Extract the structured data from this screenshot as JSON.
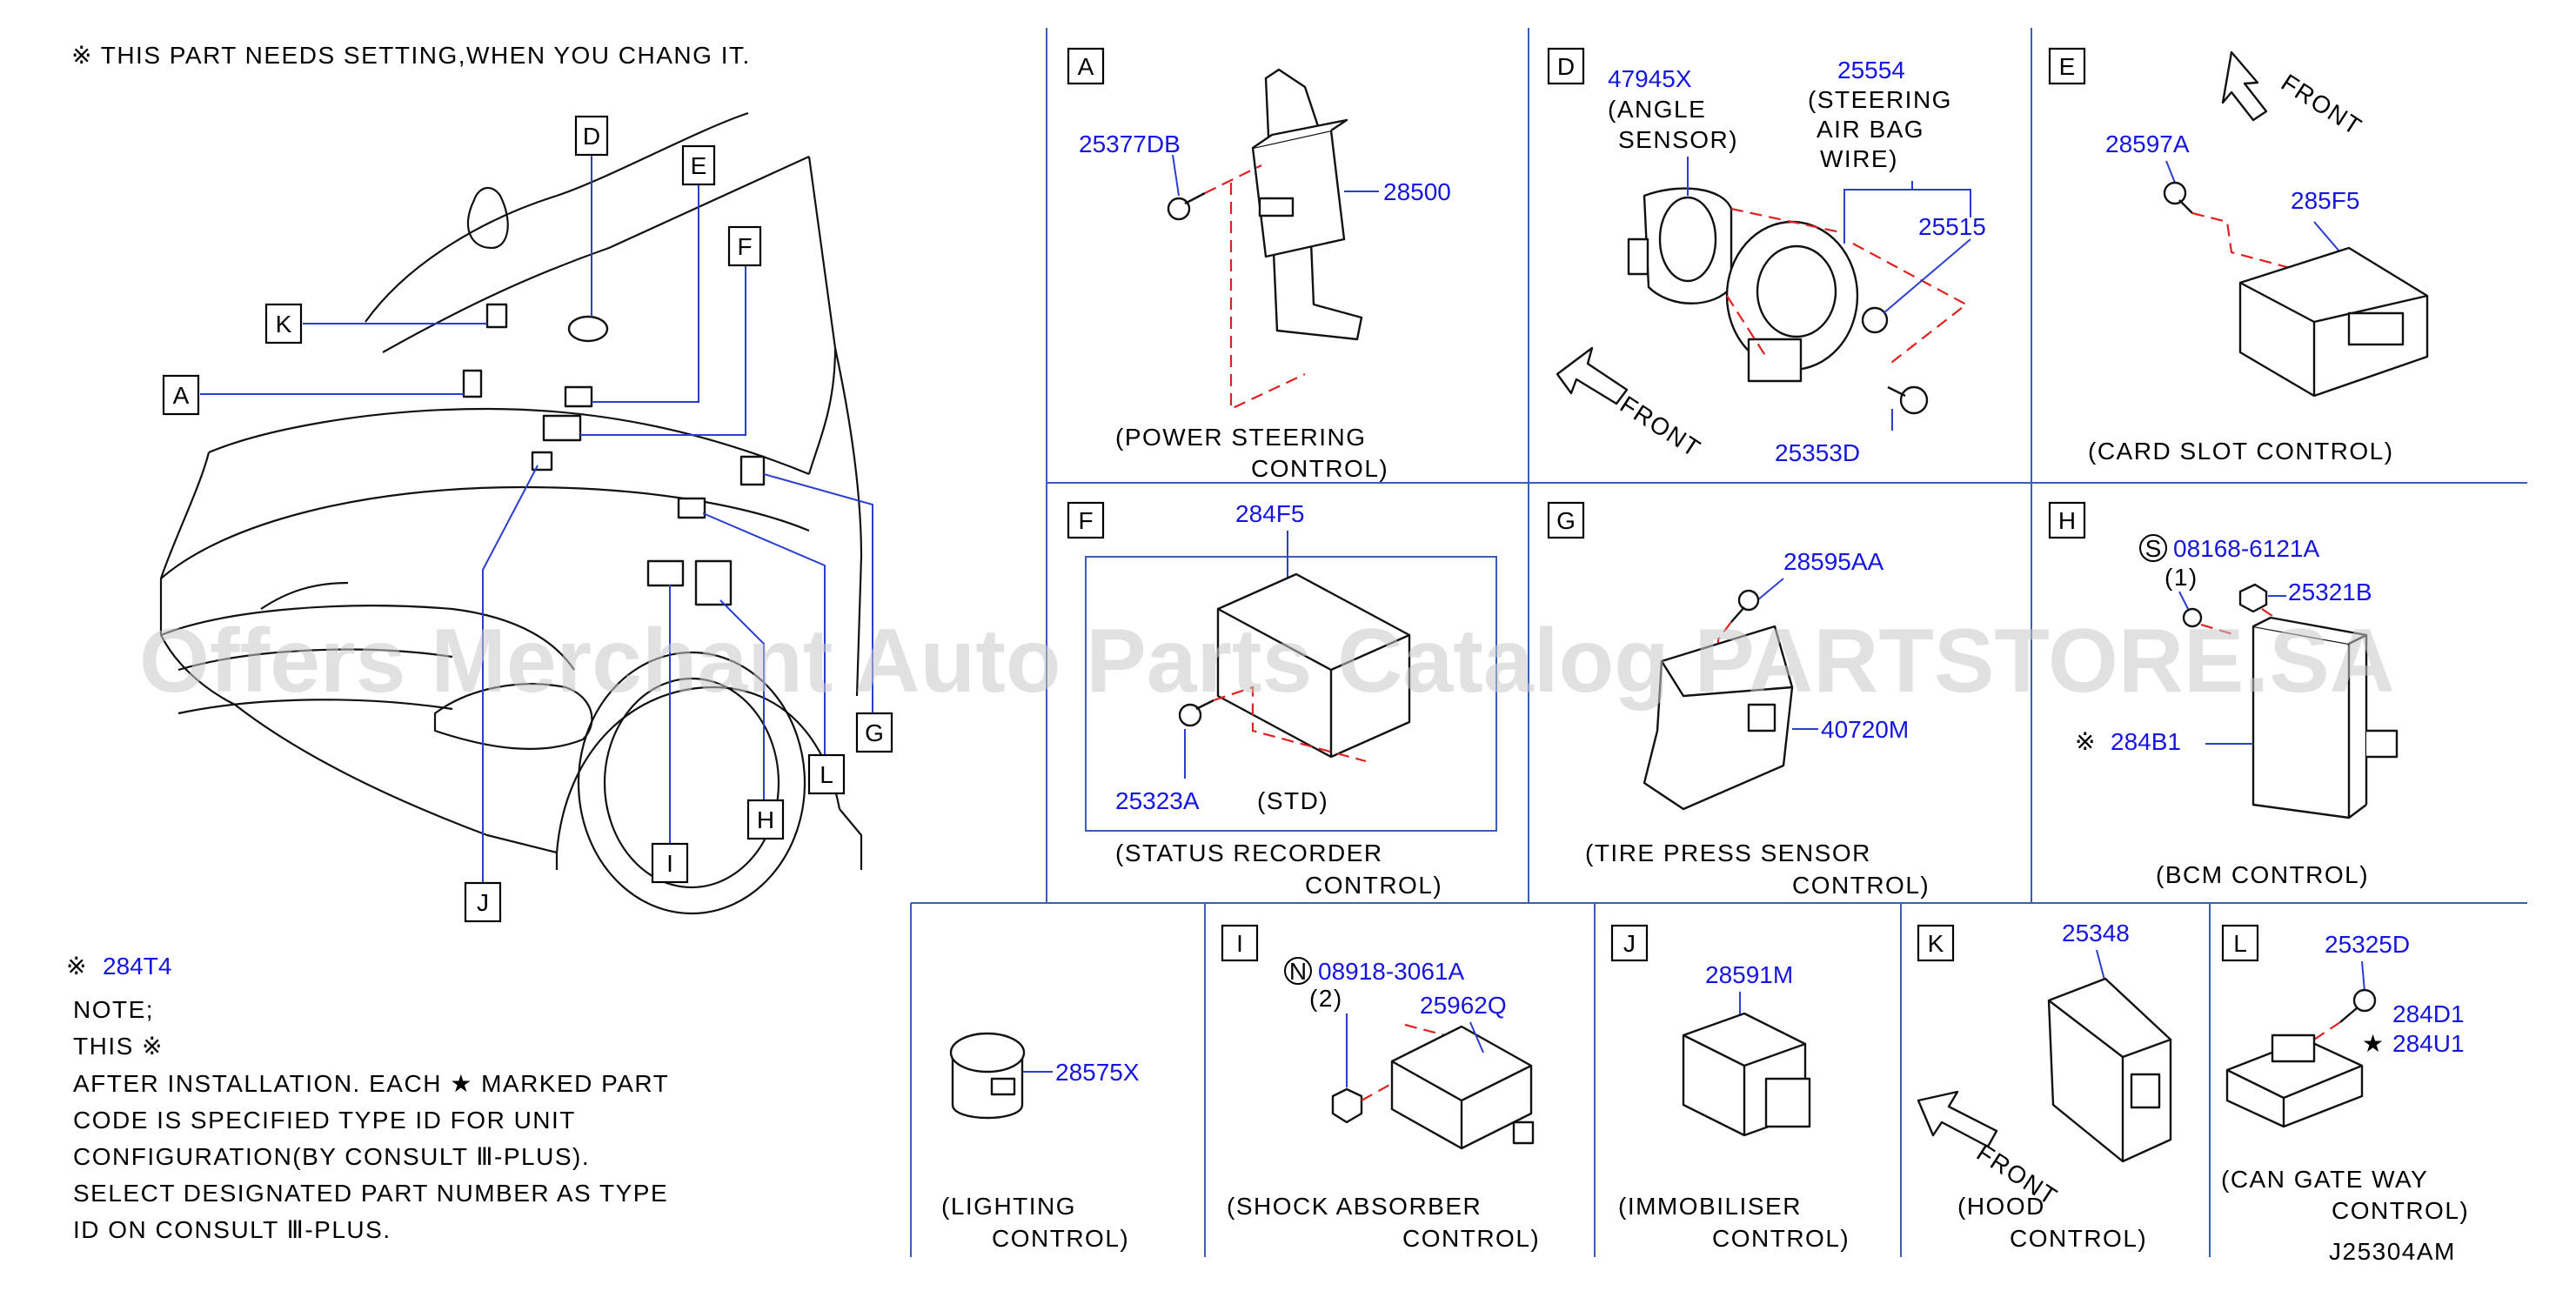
{
  "header_note": "※ THIS PART NEEDS SETTING,WHEN YOU CHANG IT.",
  "diagram_code": "J25304AM",
  "watermark": "Offers Merchant Auto Parts Catalog PARTSTORE.SA",
  "overview_tags": [
    "A",
    "D",
    "E",
    "F",
    "G",
    "H",
    "I",
    "J",
    "K",
    "L"
  ],
  "panels": {
    "A": {
      "tag": "A",
      "parts": [
        "25377DB",
        "28500"
      ],
      "caption": [
        "(POWER STEERING",
        "CONTROL)"
      ]
    },
    "D": {
      "tag": "D",
      "parts": [
        "47945X",
        "25554",
        "25515",
        "25353D"
      ],
      "notes": [
        "(ANGLE",
        "SENSOR)",
        "(STEERING",
        "AIR BAG",
        "WIRE)"
      ],
      "front": "FRONT"
    },
    "E": {
      "tag": "E",
      "parts": [
        "28597A",
        "285F5"
      ],
      "caption": [
        "(CARD SLOT CONTROL)"
      ],
      "front": "FRONT"
    },
    "F": {
      "tag": "F",
      "parts": [
        "284F5",
        "25323A"
      ],
      "std": "(STD)",
      "caption": [
        "(STATUS RECORDER",
        "CONTROL)"
      ]
    },
    "G": {
      "tag": "G",
      "parts": [
        "28595AA",
        "40720M"
      ],
      "caption": [
        "(TIRE PRESS SENSOR",
        "CONTROL)"
      ]
    },
    "H": {
      "tag": "H",
      "parts": [
        "08168-6121A",
        "25321B",
        "284B1"
      ],
      "qty": "(1)",
      "mark": "※",
      "circle": "S",
      "caption": [
        "(BCM CONTROL)"
      ]
    },
    "LIGHT": {
      "parts": [
        "28575X"
      ],
      "caption": [
        "(LIGHTING",
        "CONTROL)"
      ]
    },
    "I": {
      "tag": "I",
      "parts": [
        "08918-3061A",
        "25962Q"
      ],
      "qty": "(2)",
      "circle": "N",
      "caption": [
        "(SHOCK ABSORBER",
        "CONTROL)"
      ]
    },
    "J": {
      "tag": "J",
      "parts": [
        "28591M"
      ],
      "caption": [
        "(IMMOBILISER",
        "CONTROL)"
      ]
    },
    "K": {
      "tag": "K",
      "parts": [
        "25348"
      ],
      "caption": [
        "(HOOD",
        "CONTROL)"
      ],
      "front": "FRONT"
    },
    "L": {
      "tag": "L",
      "parts": [
        "25325D",
        "284D1",
        "284U1"
      ],
      "star": "★",
      "caption": [
        "(CAN GATE WAY",
        "CONTROL)"
      ]
    }
  },
  "note": {
    "ref_part": "284T4",
    "ref_mark": "※",
    "lines": [
      "NOTE;",
      "THIS ※",
      "AFTER INSTALLATION. EACH ★ MARKED PART",
      "CODE IS SPECIFIED TYPE ID FOR UNIT",
      "CONFIGURATION(BY CONSULT Ⅲ-PLUS).",
      "SELECT DESIGNATED PART NUMBER AS TYPE",
      "ID ON CONSULT Ⅲ-PLUS."
    ]
  }
}
